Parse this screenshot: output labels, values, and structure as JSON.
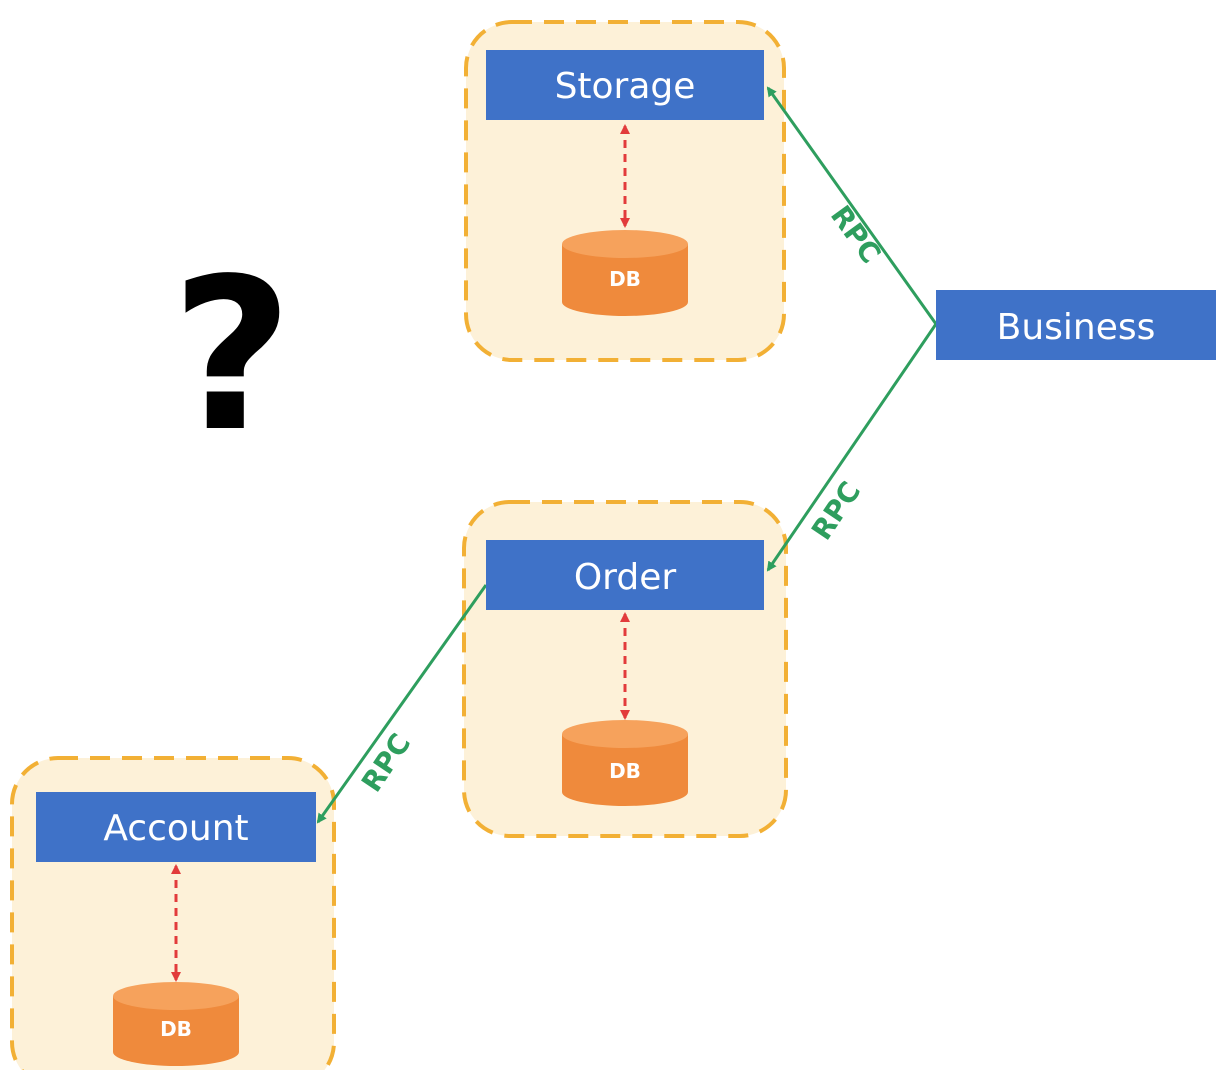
{
  "colors": {
    "service_fill": "#3f72c8",
    "group_fill": "#fdf1d8",
    "group_border": "#f2b035",
    "db_fill": "#ef8a3c",
    "db_top": "#f6a25c",
    "rpc_line": "#2e9e5e",
    "db_link": "#e23b3b"
  },
  "unknown_mark": "?",
  "services": {
    "storage": {
      "label": "Storage",
      "db_label": "DB"
    },
    "order": {
      "label": "Order",
      "db_label": "DB"
    },
    "account": {
      "label": "Account",
      "db_label": "DB"
    },
    "business": {
      "label": "Business"
    }
  },
  "rpc_labels": {
    "business_to_storage": "RPC",
    "business_to_order": "RPC",
    "order_to_account": "RPC"
  }
}
